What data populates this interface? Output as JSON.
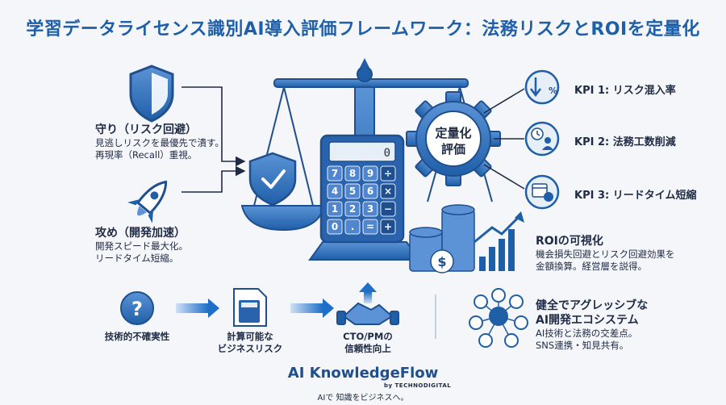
{
  "title": "学習データライセンス識別AI導入評価フレームワーク：法務リスクとROIを定量化",
  "defense": {
    "heading": "守り（リスク回避）",
    "line1": "見逃しリスクを最優先で潰す。",
    "line2": "再現率（Recall）重視。"
  },
  "offense": {
    "heading": "攻め（開発加速）",
    "line1": "開発スピード最大化。",
    "line2": "リードタイム短縮。"
  },
  "calculator": {
    "display": "0",
    "keys": [
      "7",
      "8",
      "9",
      "÷",
      "4",
      "5",
      "6",
      "×",
      "1",
      "2",
      "3",
      "−",
      "0",
      ".",
      "=",
      "+"
    ]
  },
  "gear": {
    "line1": "定量化",
    "line2": "評価"
  },
  "kpis": [
    {
      "label": "KPI 1: リスク混入率",
      "icon": "risk-down-percent-icon"
    },
    {
      "label": "KPI 2: 法務工数削減",
      "icon": "clock-person-icon"
    },
    {
      "label": "KPI 3: リードタイム短縮",
      "icon": "calendar-clock-icon"
    }
  ],
  "roi": {
    "heading": "ROIの可視化",
    "line1": "機会損失回避とリスク回避効果を",
    "line2": "金額換算。経営層を説得。"
  },
  "flow": {
    "step1": "技術的不確実性",
    "step2_line1": "計算可能な",
    "step2_line2": "ビジネスリスク",
    "step3_line1": "CTO/PMの",
    "step3_line2": "信頼性向上"
  },
  "ecosystem": {
    "heading_line1": "健全でアグレッシブな",
    "heading_line2": "AI開発エコシステム",
    "line1": "AI技術と法務の交差点。",
    "line2": "SNS連携・知見共有。"
  },
  "brand": {
    "logo": "AI KnowledgeFlow",
    "sub": "by TECHNODIGITAL",
    "tagline": "AIで 知識をビジネスへ。"
  },
  "colors": {
    "primary": "#1f5fa8",
    "dark": "#1f4f8e",
    "light": "#cfe0f5",
    "text": "#1f2a44"
  }
}
